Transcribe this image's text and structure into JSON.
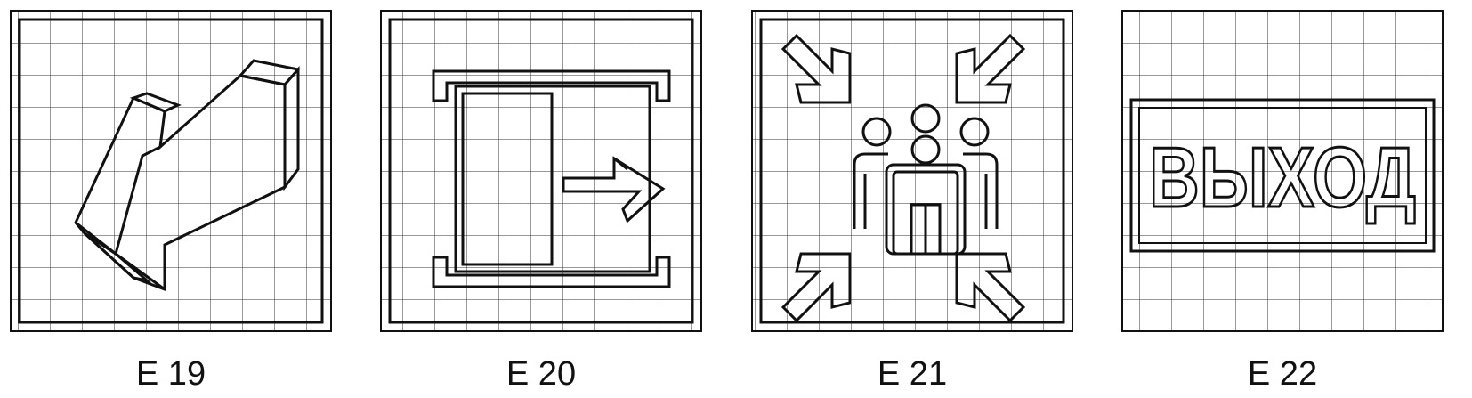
{
  "signs": [
    {
      "id": "e19",
      "caption": "E 19",
      "icon": "diagonal-arrow-icon"
    },
    {
      "id": "e20",
      "caption": "E 20",
      "icon": "exit-door-arrow-icon"
    },
    {
      "id": "e21",
      "caption": "E 21",
      "icon": "assembly-point-icon"
    },
    {
      "id": "e22",
      "caption": "E 22",
      "icon": "exit-text-icon",
      "word": "ВЫХОД"
    }
  ]
}
